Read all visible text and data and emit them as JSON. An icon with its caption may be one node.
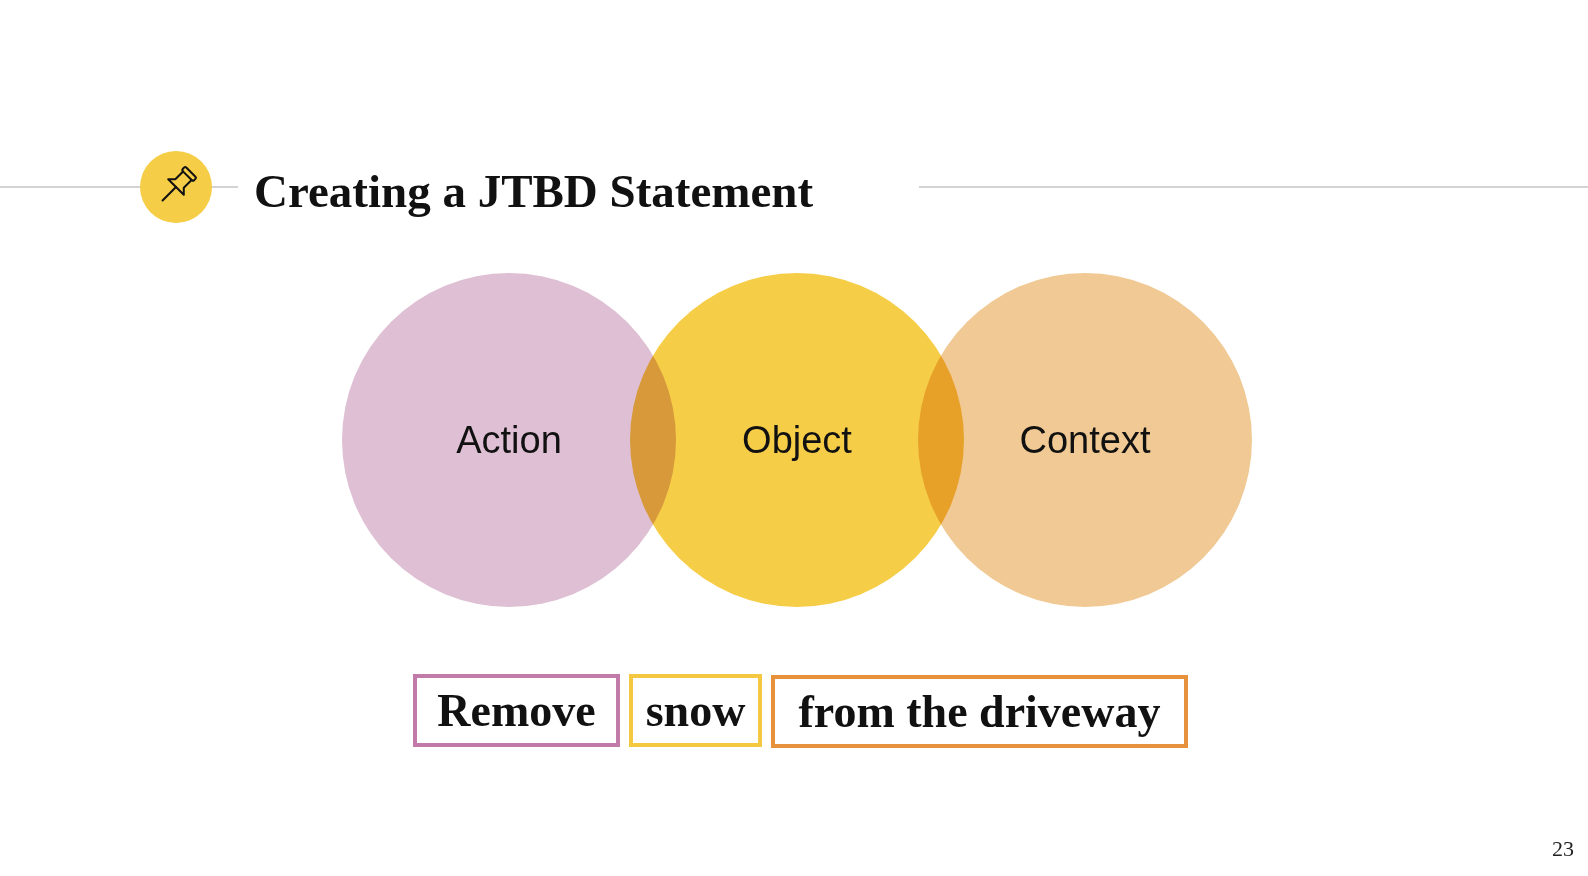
{
  "diagram": {
    "title": "Creating a JTBD Statement",
    "nodes": [
      {
        "text": [
          "Action"
        ]
      },
      {
        "text": [
          "Object"
        ]
      },
      {
        "text": [
          "Context"
        ]
      },
      {
        "text": [
          "Remove"
        ]
      },
      {
        "text": [
          "snow"
        ]
      },
      {
        "text": [
          "from the driveway"
        ]
      }
    ],
    "labels": [
      "23"
    ]
  }
}
